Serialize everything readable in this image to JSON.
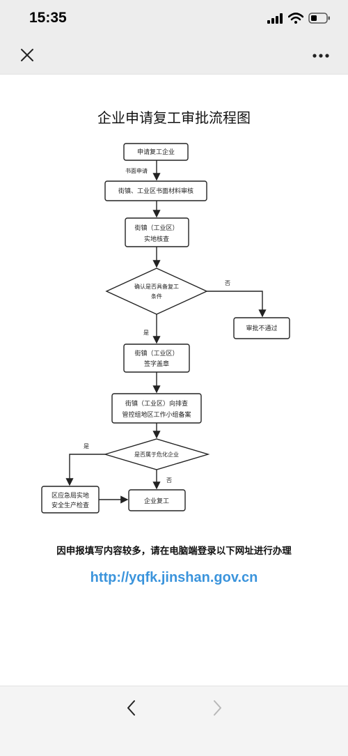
{
  "status_bar": {
    "time": "15:35",
    "icons": [
      "signal-icon",
      "wifi-icon",
      "battery-icon"
    ]
  },
  "nav_bar": {
    "close_icon": "close-icon",
    "more_icon": "more-icon"
  },
  "document": {
    "title": "企业申请复工审批流程图",
    "flowchart": {
      "nodes": {
        "start": "申请复工企业",
        "review_line1": "街镇、工业区书面材料审核",
        "inspect_line1": "街镇（工业区）",
        "inspect_line2": "实地核查",
        "decision1_line1": "确认是否具备复工",
        "decision1_line2": "条件",
        "reject": "审批不通过",
        "sign_line1": "街镇（工业区）",
        "sign_line2": "签字盖章",
        "file_line1": "街镇（工业区）向排查",
        "file_line2": "管控组地区工作小组备案",
        "decision2": "是否属于危化企业",
        "safety_line1": "区应急局实地",
        "safety_line2": "安全生产检查",
        "resume": "企业复工"
      },
      "edge_labels": {
        "written_application": "书面申请",
        "no1": "否",
        "yes1": "是",
        "yes2": "是",
        "no2": "否"
      }
    },
    "note": "因申报填写内容较多，请在电脑端登录以下网址进行办理",
    "url": "http://yqfk.jinshan.gov.cn"
  },
  "bottom_bar": {
    "back_icon": "chevron-left-icon",
    "forward_icon": "chevron-right-icon"
  }
}
